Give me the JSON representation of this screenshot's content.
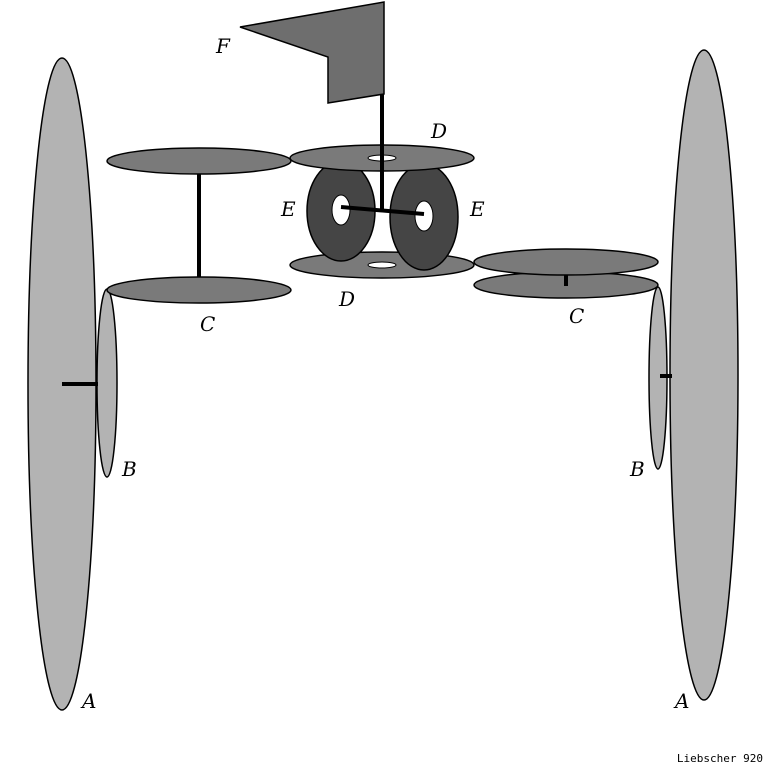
{
  "labels": {
    "A": "A",
    "B": "B",
    "C": "C",
    "D": "D",
    "E": "E",
    "F": "F"
  },
  "credit": "Liebscher 920",
  "colors": {
    "wheel_light": "#b3b3b3",
    "disc_mid": "#7a7a7a",
    "wheel_dark": "#454545",
    "flag": "#6e6e6e",
    "stroke": "#000000",
    "background": "#ffffff"
  }
}
